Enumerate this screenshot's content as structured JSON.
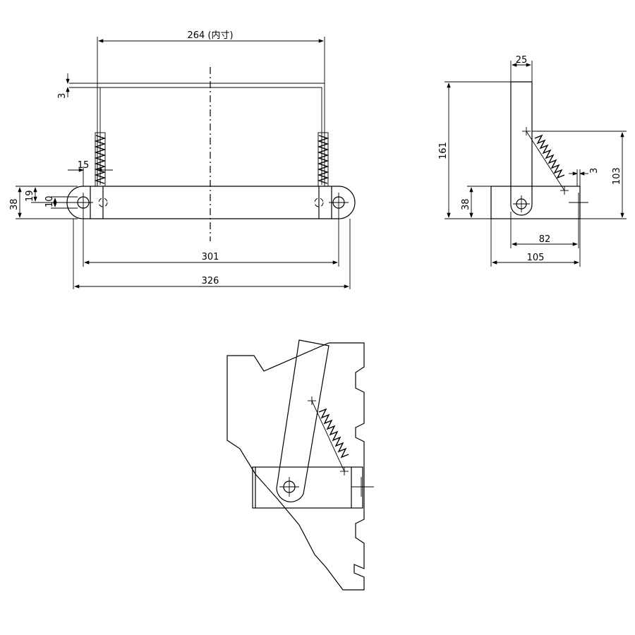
{
  "front_view": {
    "dim_inner_width": "264 (内寸)",
    "dim_offset": "3",
    "dim_hole_offset": "15",
    "dim_height": "38",
    "dim_mid": "19",
    "dim_hole": "10",
    "dim_hole_pitch": "301",
    "dim_total_width": "326"
  },
  "side_view": {
    "dim_arm_width": "25",
    "dim_height_total": "161",
    "dim_spring_height": "103",
    "dim_spring_offset": "3",
    "dim_base_height": "38",
    "dim_pivot_span": "82",
    "dim_base_depth": "105"
  }
}
